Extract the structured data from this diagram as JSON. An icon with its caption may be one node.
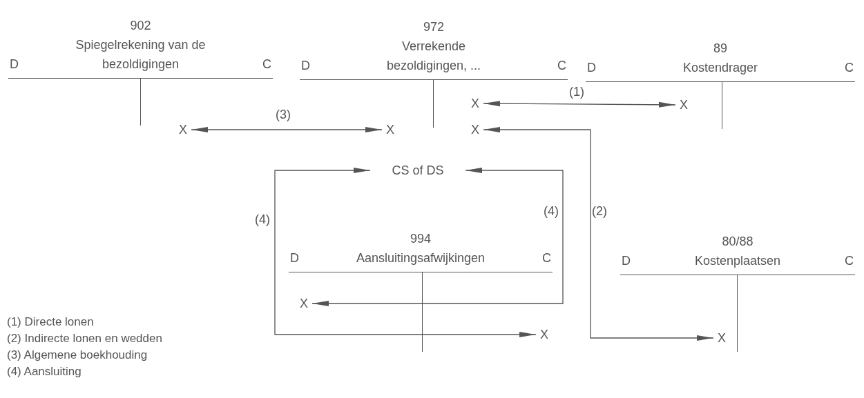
{
  "diagram": {
    "nodes": [
      {
        "text": [
          "902",
          "D",
          "Spiegelrekening van de bezoldigingen",
          "C"
        ]
      },
      {
        "text": [
          "972",
          "D",
          "Verrekende bezoldigingen, ...",
          "C"
        ]
      },
      {
        "text": [
          "89",
          "D",
          "Kostendrager",
          "C"
        ]
      },
      {
        "text": [
          "994",
          "D",
          "Aansluitingsafwijkingen",
          "C"
        ]
      },
      {
        "text": [
          "80/88",
          "D",
          "Kostenplaatsen",
          "C"
        ]
      },
      {
        "text": [
          "X"
        ]
      },
      {
        "text": [
          "X"
        ]
      },
      {
        "text": [
          "X"
        ]
      },
      {
        "text": [
          "X"
        ]
      },
      {
        "text": [
          "X"
        ]
      },
      {
        "text": [
          "CS of DS"
        ]
      },
      {
        "text": [
          "X"
        ]
      },
      {
        "text": [
          "X"
        ]
      },
      {
        "text": [
          "X"
        ]
      }
    ],
    "edges": [
      {
        "from": 5,
        "to": 6,
        "arrow": "both",
        "label": "(3)"
      },
      {
        "from": 7,
        "to": 8,
        "arrow": "both",
        "label": "(1)"
      },
      {
        "from": 9,
        "to": 13,
        "arrow": "both",
        "label": "(2)"
      },
      {
        "from": 10,
        "to": 12,
        "arrow": "both",
        "label": "(4)"
      },
      {
        "from": 10,
        "to": 11,
        "arrow": "both",
        "label": "(4)"
      }
    ],
    "labels": [
      "(1) Directe lonen",
      "(2) Indirecte lonen en wedden",
      "(3) Algemene boekhouding",
      "(4) Aansluiting"
    ]
  }
}
